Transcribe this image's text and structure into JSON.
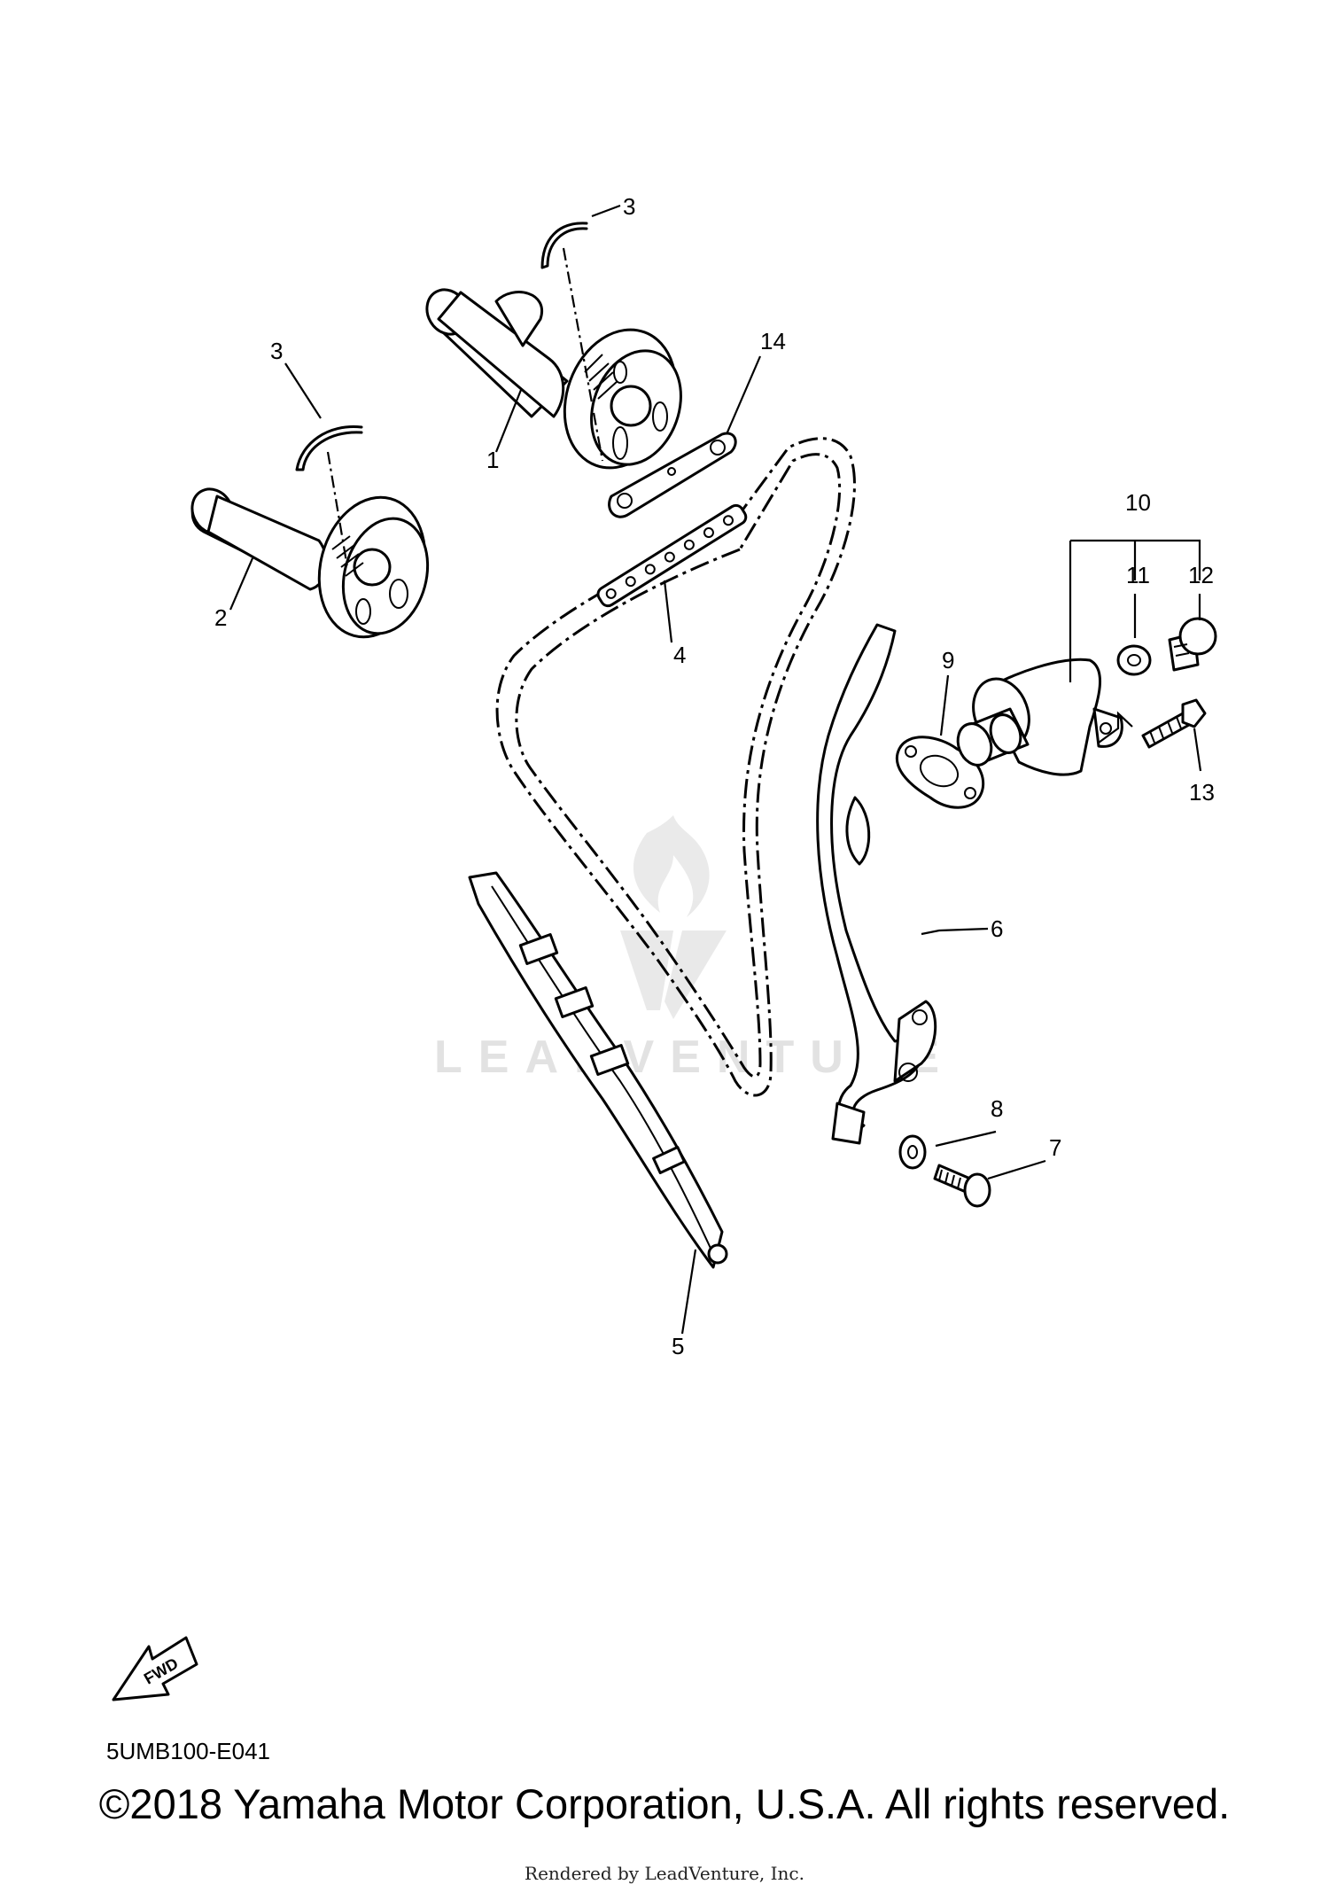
{
  "callouts": {
    "c1": "1",
    "c2": "2",
    "c3a": "3",
    "c3b": "3",
    "c4": "4",
    "c5": "5",
    "c6": "6",
    "c7": "7",
    "c8": "8",
    "c9": "9",
    "c10": "10",
    "c11": "11",
    "c12": "12",
    "c13": "13",
    "c14": "14"
  },
  "fwd_label": "FWD",
  "figure_code": "5UMB100-E041",
  "watermark": "LEADVENTURE",
  "copyright": "©2018 Yamaha Motor Corporation, U.S.A. All rights reserved.",
  "rendered_by": "Rendered by LeadVenture, Inc."
}
